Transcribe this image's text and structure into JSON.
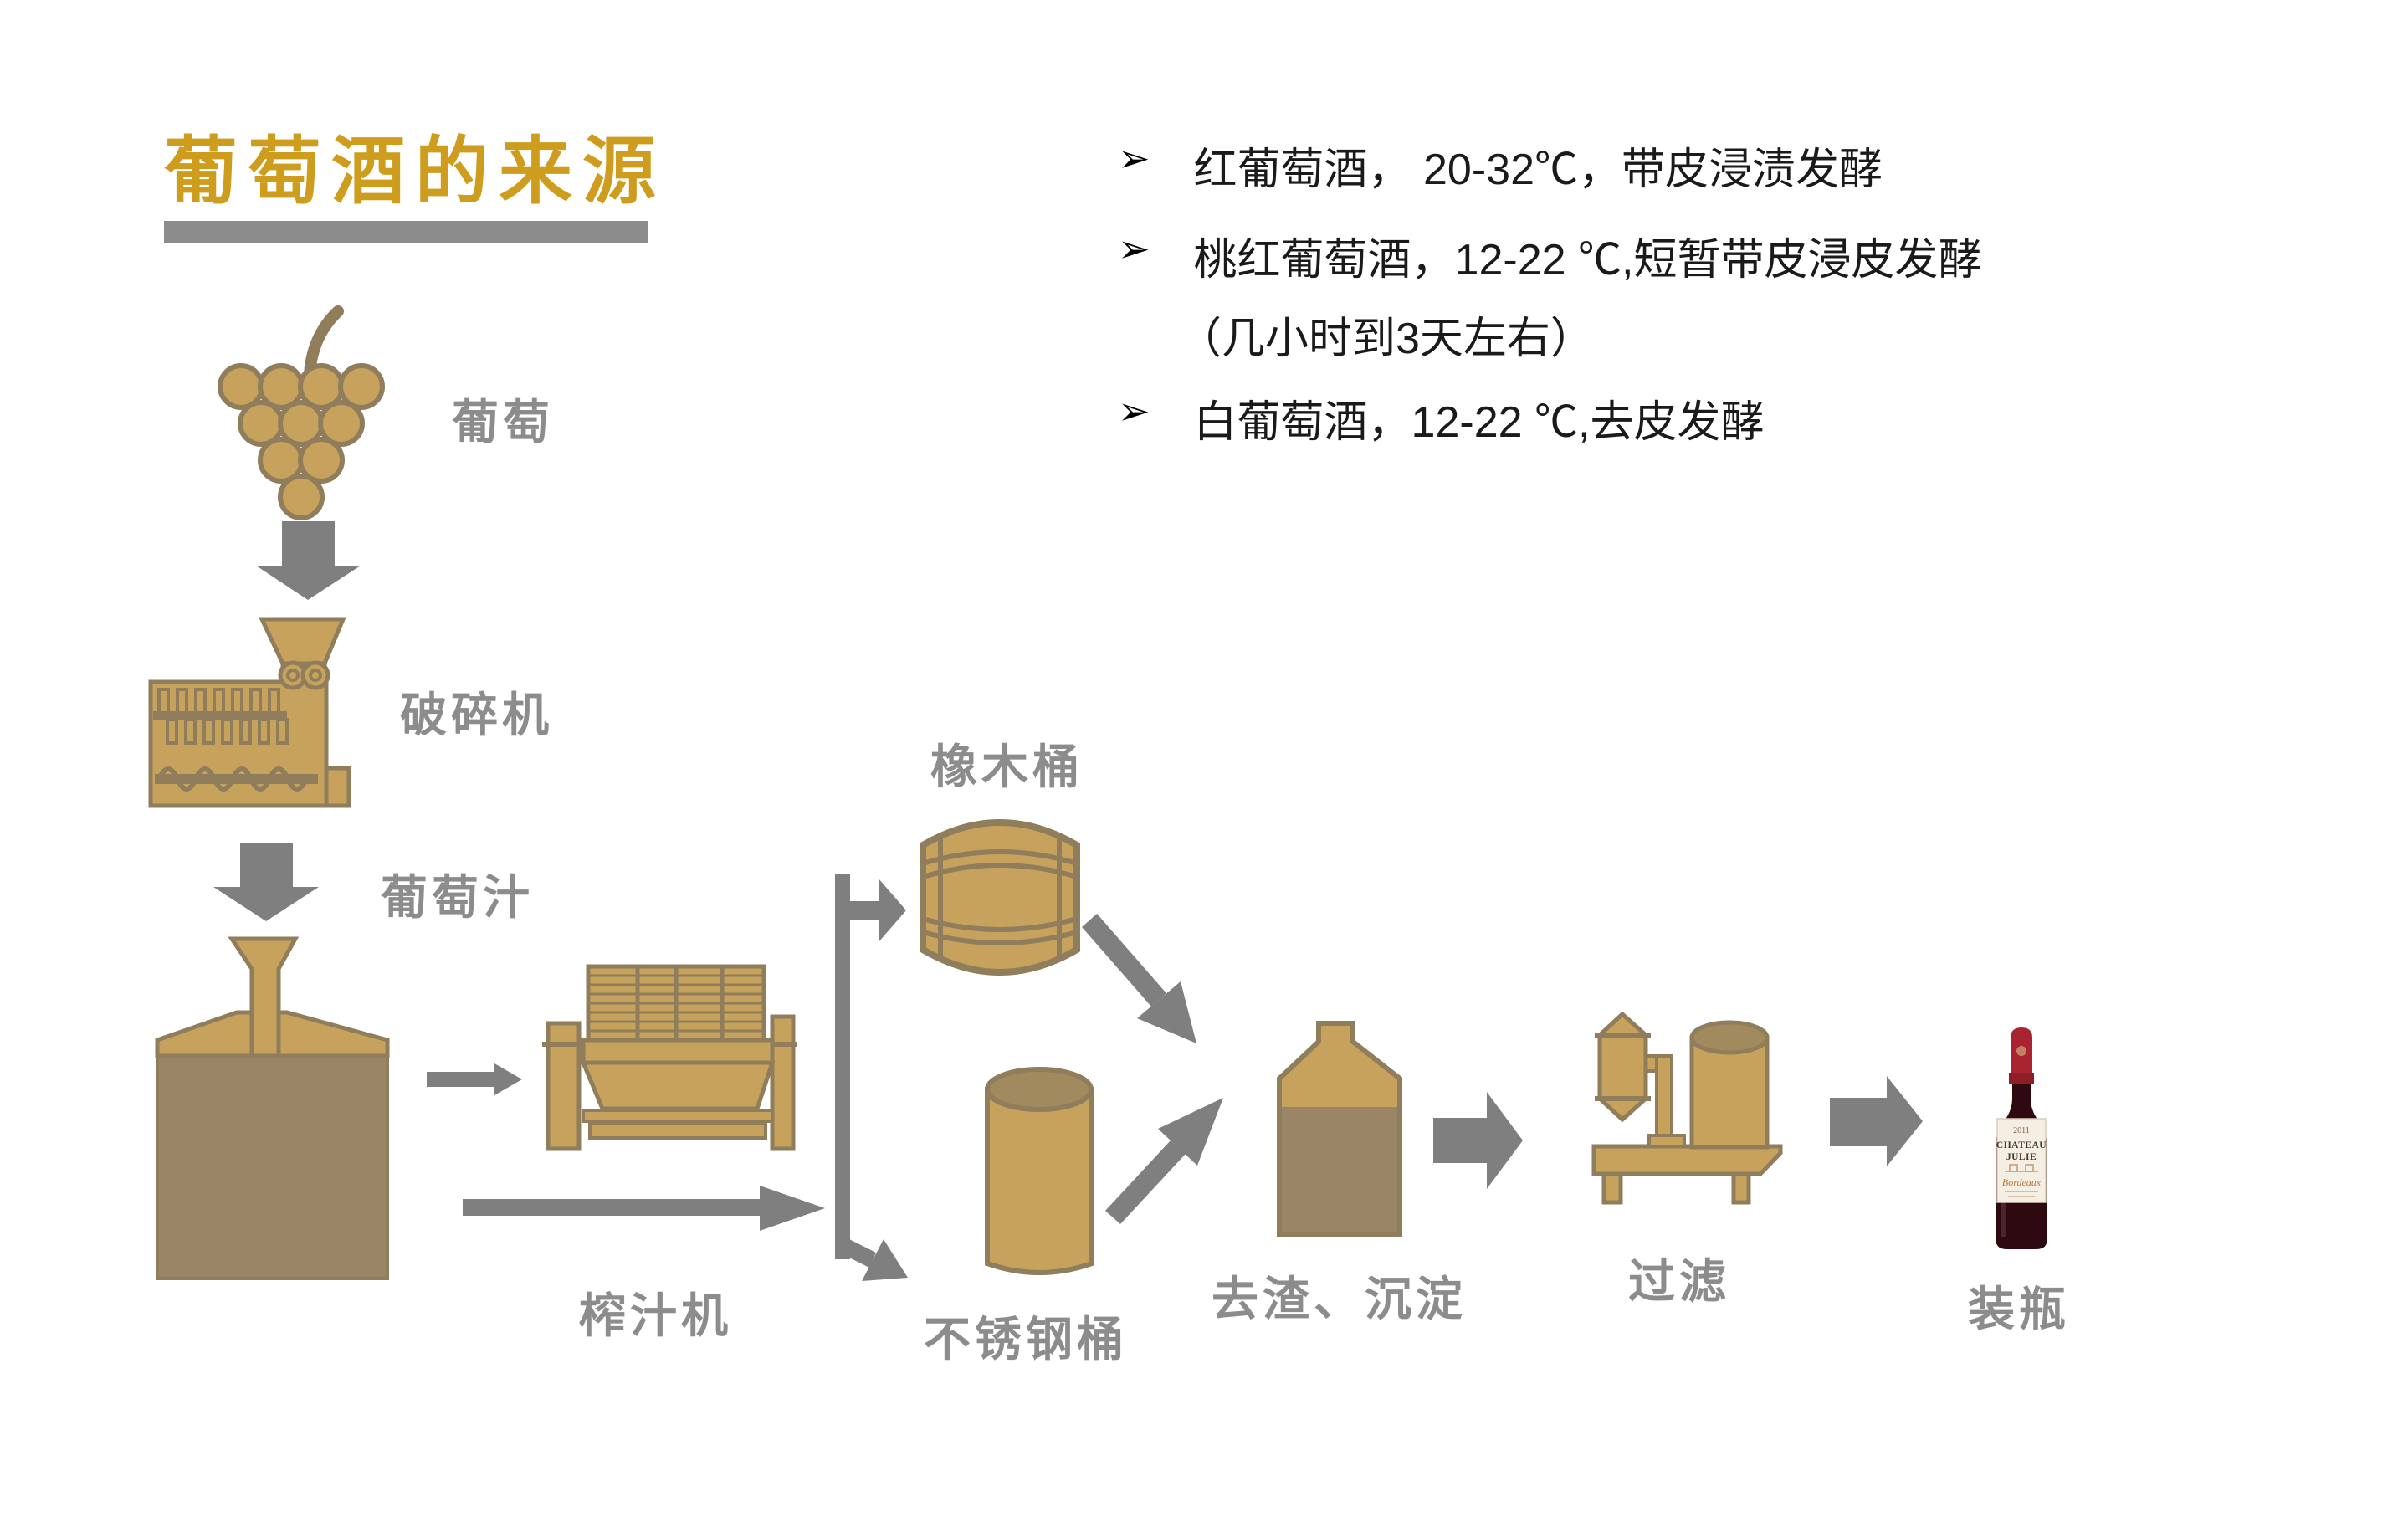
{
  "slide": {
    "title": "葡萄酒的来源"
  },
  "bullets": [
    {
      "marker": "➢",
      "line1": "红葡萄酒， 20-32℃，带皮浸渍发酵",
      "line2": ""
    },
    {
      "marker": "➢",
      "line1": "桃红葡萄酒，12-22 ℃,短暂带皮浸皮发酵",
      "line2": "（几小时到3天左右）"
    },
    {
      "marker": "➢",
      "line1": "白葡萄酒，12-22 ℃,去皮发酵",
      "line2": ""
    }
  ],
  "flow": {
    "grapes": "葡萄",
    "crusher": "破碎机",
    "grape_juice": "葡萄汁",
    "press": "榨汁机",
    "oak_barrel": "橡木桶",
    "steel_tank": "不锈钢桶",
    "settling": "去渣、沉淀",
    "filter": "过滤",
    "bottling": "装瓶"
  },
  "bottle_label": {
    "vintage": "2011",
    "name_line1": "CHATEAU",
    "name_line2": "JULIE",
    "region": "Bordeaux"
  },
  "colors": {
    "accent_gold": "#CE9D1E",
    "icon_tan": "#C6A25D",
    "icon_brown": "#9A8566",
    "icon_outline": "#8F7D5B",
    "arrow_gray": "#7F7F7F",
    "label_gray": "#8C8C8C",
    "title_bar_gray": "#8C8C8C",
    "bullet_text": "#1A1A1A",
    "capsule_red": "#AA2330",
    "bottle_glass": "#2E0A10"
  }
}
